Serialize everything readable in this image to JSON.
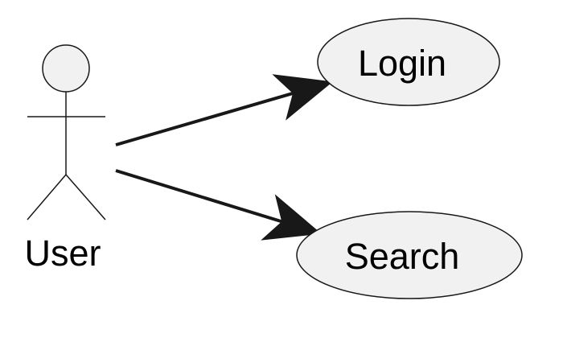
{
  "diagram": {
    "actor": {
      "label": "User"
    },
    "use_cases": [
      {
        "label": "Login"
      },
      {
        "label": "Search"
      }
    ],
    "colors": {
      "fill": "#f1f1f1",
      "stroke": "#181818",
      "background": "#ffffff",
      "text": "#000000"
    }
  }
}
